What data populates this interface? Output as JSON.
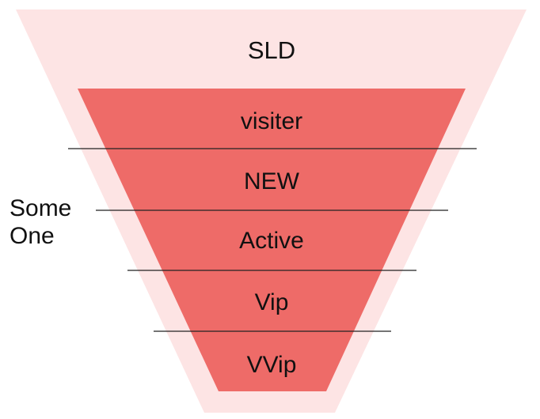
{
  "colors": {
    "outer_fill": "#fde4e4",
    "inner_fill": "#ee6b68",
    "divider": "#222222",
    "text": "#111111"
  },
  "funnel": {
    "outer_label": "SLD",
    "stages": [
      {
        "label": "visiter"
      },
      {
        "label": "NEW"
      },
      {
        "label": "Active"
      },
      {
        "label": "Vip"
      },
      {
        "label": "VVip"
      }
    ]
  },
  "side_label": {
    "line1": "Some",
    "line2": "One"
  }
}
